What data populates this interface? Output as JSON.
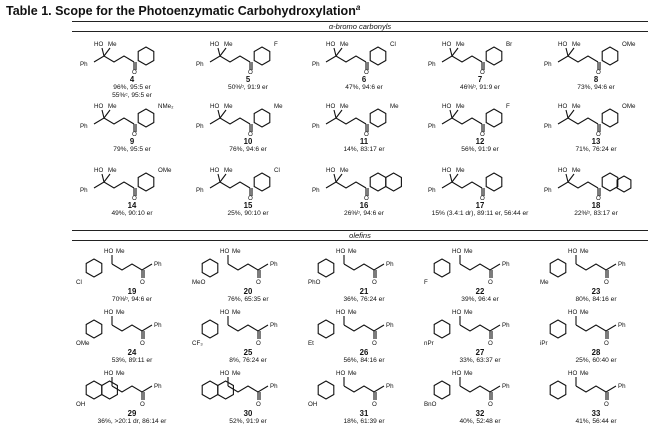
{
  "table": {
    "title": "Table 1. Scope for the Photoenzymatic Carbohydroxylation",
    "footnote_marker": "a"
  },
  "sections": [
    {
      "label": "α-bromo carbonyls"
    },
    {
      "label": "olefins"
    }
  ],
  "compounds": [
    {
      "number": "4",
      "result": "96%, 95:5 er\n55%ᶜ, 95:5 er",
      "substituent": "",
      "pattern": "aryl"
    },
    {
      "number": "5",
      "result": "50%ᵇ, 91:9 er",
      "substituent": "F",
      "pattern": "aryl"
    },
    {
      "number": "6",
      "result": "47%, 94:6 er",
      "substituent": "Cl",
      "pattern": "aryl"
    },
    {
      "number": "7",
      "result": "46%ᵇ, 91:9 er",
      "substituent": "Br",
      "pattern": "aryl"
    },
    {
      "number": "8",
      "result": "73%, 94:6 er",
      "substituent": "OMe",
      "pattern": "aryl"
    },
    {
      "number": "9",
      "result": "79%, 95:5 er",
      "substituent": "NMe₂",
      "pattern": "aryl"
    },
    {
      "number": "10",
      "result": "76%, 94:6 er",
      "substituent": "Me",
      "pattern": "aryl"
    },
    {
      "number": "11",
      "result": "14%, 83:17 er",
      "substituent": "Me",
      "pattern": "aryl"
    },
    {
      "number": "12",
      "result": "56%, 91:9 er",
      "substituent": "F",
      "pattern": "aryl"
    },
    {
      "number": "13",
      "result": "71%, 76:24 er",
      "substituent": "OMe",
      "pattern": "aryl"
    },
    {
      "number": "14",
      "result": "49%, 90:10 er",
      "substituent": "OMe",
      "pattern": "aryl"
    },
    {
      "number": "15",
      "result": "25%, 90:10 er",
      "substituent": "Cl",
      "pattern": "aryl"
    },
    {
      "number": "16",
      "result": "26%ᵇ, 94:6 er",
      "substituent": "",
      "pattern": "naph"
    },
    {
      "number": "17",
      "result": "15% (3.4:1 dr), 89:11 er, 56:44 er",
      "substituent": "",
      "pattern": "indanone"
    },
    {
      "number": "18",
      "result": "22%ᵇ, 83:17 er",
      "substituent": "",
      "pattern": "benzofuran"
    },
    {
      "number": "19",
      "result": "70%ᵇ, 94:6 er",
      "substituent": "Cl",
      "pattern": "olefin"
    },
    {
      "number": "20",
      "result": "76%, 65:35 er",
      "substituent": "MeO",
      "pattern": "olefin"
    },
    {
      "number": "21",
      "result": "36%, 76:24 er",
      "substituent": "PhO",
      "pattern": "olefin"
    },
    {
      "number": "22",
      "result": "39%, 96:4 er",
      "substituent": "F",
      "pattern": "olefin"
    },
    {
      "number": "23",
      "result": "80%, 84:16 er",
      "substituent": "Me",
      "pattern": "olefin"
    },
    {
      "number": "24",
      "result": "53%, 89:11 er",
      "substituent": "OMe",
      "pattern": "olefin"
    },
    {
      "number": "25",
      "result": "8%, 76:24 er",
      "substituent": "CF₃",
      "pattern": "olefin"
    },
    {
      "number": "26",
      "result": "56%, 84:16 er",
      "substituent": "Et",
      "pattern": "olefin"
    },
    {
      "number": "27",
      "result": "33%, 63:37 er",
      "substituent": "nPr",
      "pattern": "olefin"
    },
    {
      "number": "28",
      "result": "25%, 60:40 er",
      "substituent": "iPr",
      "pattern": "olefin"
    },
    {
      "number": "29",
      "result": "36%, >20:1 dr, 86:14 er",
      "substituent": "OH",
      "pattern": "tetralin"
    },
    {
      "number": "30",
      "result": "52%, 91:9 er",
      "substituent": "",
      "pattern": "naph-olefin"
    },
    {
      "number": "31",
      "result": "18%, 61:39 er",
      "substituent": "OH",
      "pattern": "linear"
    },
    {
      "number": "32",
      "result": "40%, 52:48 er",
      "substituent": "BnO",
      "pattern": "alkyl"
    },
    {
      "number": "33",
      "result": "41%, 56:44 er",
      "substituent": "",
      "pattern": "olefin"
    }
  ]
}
